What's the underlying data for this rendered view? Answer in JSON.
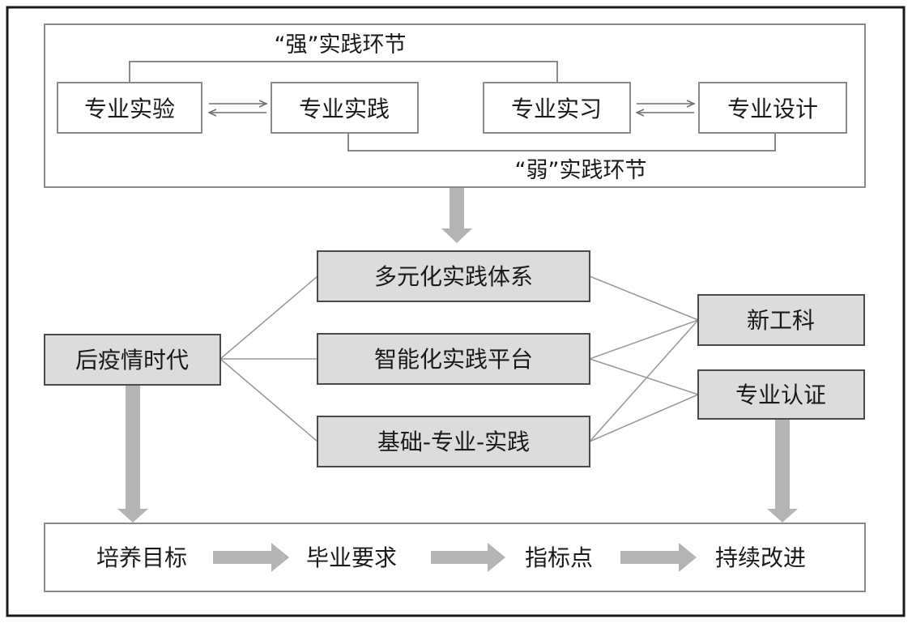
{
  "top_panel": {
    "strong_label": "“强”实践环节",
    "weak_label": "“弱”实践环节",
    "items": [
      "专业实验",
      "专业实践",
      "专业实习",
      "专业设计"
    ]
  },
  "middle": {
    "left_box": "后疫情时代",
    "center_boxes": [
      "多元化实践体系",
      "智能化实践平台",
      "基础-专业-实践"
    ],
    "right_boxes": [
      "新工科",
      "专业认证"
    ]
  },
  "bottom_panel": {
    "steps": [
      "培养目标",
      "毕业要求",
      "指标点",
      "持续改进"
    ]
  }
}
